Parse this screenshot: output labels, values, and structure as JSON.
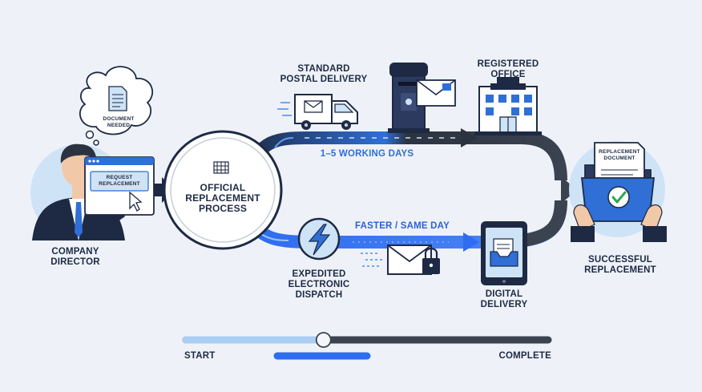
{
  "colors": {
    "navy": "#1e2a44",
    "blue": "#2f6fd6",
    "bright_blue": "#2e6cf0",
    "light_blue": "#cfe3f7",
    "dark_gray": "#3b4350",
    "background": "#eef2f8"
  },
  "director": {
    "label_line1": "COMPANY",
    "label_line2": "DIRECTOR",
    "thought_line1": "DOCUMENT",
    "thought_line2": "NEEDED",
    "button_line1": "REQUEST",
    "button_line2": "REPLACEMENT"
  },
  "process": {
    "line1": "OFFICIAL",
    "line2": "REPLACEMENT",
    "line3": "PROCESS"
  },
  "postal": {
    "title_line1": "STANDARD",
    "title_line2": "POSTAL DELIVERY",
    "timing": "1–5 WORKING DAYS",
    "office_line1": "REGISTERED",
    "office_line2": "OFFICE"
  },
  "electronic": {
    "timing": "FASTER / SAME DAY",
    "title_line1": "EXPEDITED",
    "title_line2": "ELECTRONIC",
    "title_line3": "DISPATCH",
    "digital_line1": "DIGITAL",
    "digital_line2": "DELIVERY"
  },
  "result": {
    "doc_line1": "REPLACEMENT",
    "doc_line2": "DOCUMENT",
    "label_line1": "SUCCESSFUL",
    "label_line2": "REPLACEMENT"
  },
  "progress": {
    "start_label": "START",
    "end_label": "COMPLETE",
    "fraction": 0.38
  }
}
